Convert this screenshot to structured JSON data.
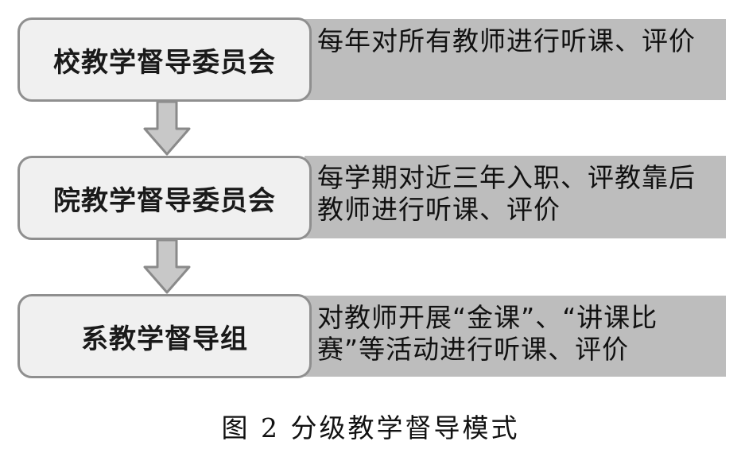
{
  "levels": [
    {
      "name": "校教学督导委员会",
      "description": "每年对所有教师进行听课、评价"
    },
    {
      "name": "院教学督导委员会",
      "description": "每学期对近三年入职、评教靠后教师进行听课、评价"
    },
    {
      "name": "系教学督导组",
      "description": "对教师开展“金课”、“讲课比赛”等活动进行听课、评价"
    }
  ],
  "caption": "图 2  分级教学督导模式",
  "colors": {
    "box_fill": "#f0f0f0",
    "box_border": "#8f8f8f",
    "panel_fill": "#bdbdbd",
    "arrow_fill": "#c8c8c8",
    "arrow_stroke": "#8a8a8a"
  }
}
